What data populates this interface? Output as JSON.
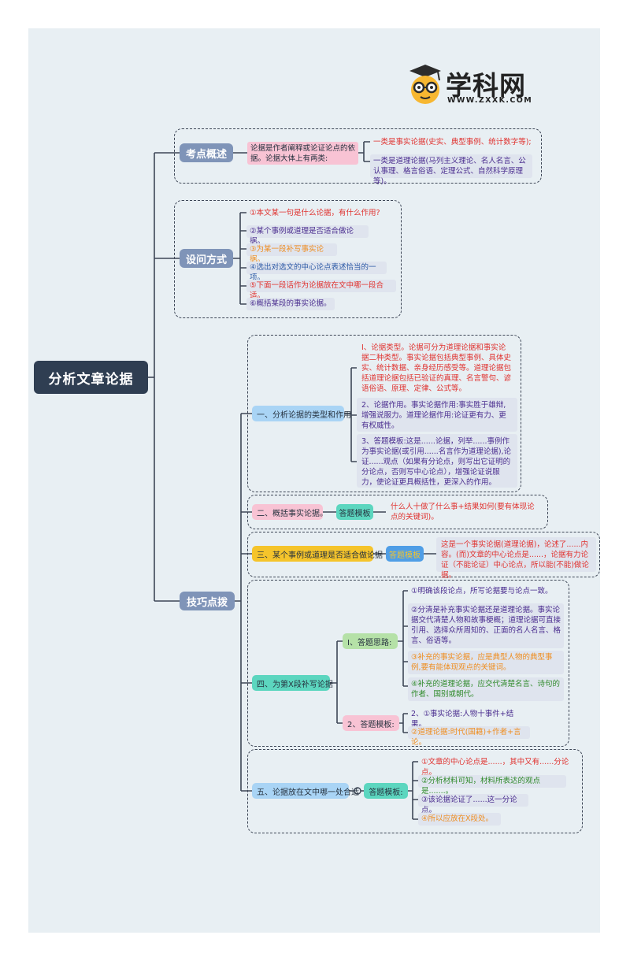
{
  "logo": {
    "name": "学科网",
    "url": "WWW.ZXXK.COM"
  },
  "root": "分析文章论据",
  "sections": {
    "kaodian": {
      "label": "考点概述",
      "summary": "论据是作者阐释或论证论点的依据。论据大体上有两类:",
      "items": [
        "一类是事实论据(史实、典型事例、统计数字等);",
        "一类是道理论据(马列主义理论、名人名言、公认事理、格言俗语、定理公式、自然科学原理等)。"
      ]
    },
    "shewen": {
      "label": "设问方式",
      "items": [
        "①本文某一句是什么论据，有什么作用?",
        "②某个事例或道理是否适合做论据。",
        "③为某一段补写事实论据。",
        "④选出对选文的中心论点表述恰当的一项。",
        "⑤下面一段话作为论据放在文中哪一段合适。",
        "⑥概括某段的事实论据。"
      ]
    },
    "jiqiao": {
      "label": "技巧点拨",
      "s1": {
        "label": "一、分析论据的类型和作用",
        "items": [
          "I、论据类型。论据可分为道理论据和事实论据二种类型。事实论据包括典型事例、具体史实、统计数据、亲身经历感受等。道理论据包括道理论据包括已验证的真理、名言警句、谚语俗语、原理、定律、公式等。",
          "2、论据作用。事实论据作用:事实胜于雄辩,增强说服力。道理论据作用:论证更有力、更有权威性。",
          "3、答题模板:这是......论据，列举......事例作为事实论据(或引用......名言作为道理论据),论证......观点（如果有分论点，则写出它证明的分论点，否则写中心论点），增强论证说服力，使论证更具概括性，更深入的作用。"
        ]
      },
      "s2": {
        "label": "二、概括事实论据。",
        "tag": "答题模板",
        "text": "什么人十做了什么事+结果如何(要有体现论点的关键词)。"
      },
      "s3": {
        "label": "三、某个事例或道理是否适合做论据",
        "tag": "答题模板",
        "text": "这是一个事实论据(道理论据)，论述了......内容。(而)文章的中心论点是......，论据有力论证（不能论证）中心论点，所以能(不能)做论据。"
      },
      "s4": {
        "label": "四、为第X段补写论据",
        "sub1": {
          "label": "I、答题思路:",
          "items": [
            "①明确该段论点，所写论据要与论点一致。",
            "②分清是补充事实论据还是道理论据。事实论据交代清楚人物和故事梗概；道理论据可直接引用、选择众所周知的、正面的名人名言、格言、俗语等。",
            "③补充的事实论据，应是典型人物的典型事例,要有能体现观点的关键词。",
            "④补充的道理论据，应交代清楚名言、诗句的作者、国别或朝代。"
          ]
        },
        "sub2": {
          "label": "2、答题模板:",
          "items": [
            "2、①事实论据:人物十事件+结果。",
            "②道理论据:时代(国籍)+作者+言论。"
          ]
        }
      },
      "s5": {
        "label": "五、论据放在文中哪一处合适",
        "tag": "答题模板:",
        "items": [
          "①文章的中心论点是......，其中又有......分论点。",
          "②分析材料可知，材料所表达的观点是.......。",
          "③该论据论证了......这一分论点。",
          "④所以应放在X段处。"
        ]
      }
    }
  },
  "colors": {
    "root": "#2f3e52",
    "level1": "#7f94b8",
    "red_text": "#e0322f",
    "purple_text": "#4a2d8f",
    "orange_text": "#ef8d1e",
    "green_text": "#2f8a2a"
  }
}
